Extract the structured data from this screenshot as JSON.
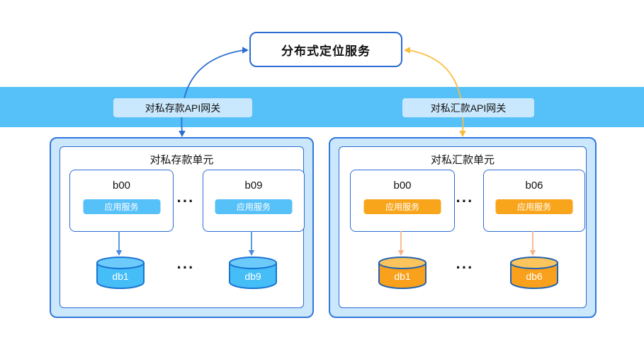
{
  "locator_service": {
    "label": "分布式定位服务"
  },
  "gateway_band": {
    "left_gateway": "对私存款API网关",
    "right_gateway": "对私汇款API网关"
  },
  "units": [
    {
      "title": "对私存款单元",
      "nodes": [
        {
          "name": "b00",
          "service": "应用服务"
        },
        {
          "name": "b09",
          "service": "应用服务"
        }
      ],
      "node_dots": "···",
      "db_dots": "···",
      "databases": [
        "db1",
        "db9"
      ]
    },
    {
      "title": "对私汇款单元",
      "nodes": [
        {
          "name": "b00",
          "service": "应用服务"
        },
        {
          "name": "b06",
          "service": "应用服务"
        }
      ],
      "node_dots": "···",
      "db_dots": "···",
      "databases": [
        "db1",
        "db6"
      ]
    }
  ],
  "colors": {
    "gateway_band": "#56C0F8",
    "gateway_pill": "#C9E8FD",
    "unit_fill": "#CBE7FC",
    "unit_border": "#2B6BD3",
    "deposit_accent": "#56C0F8",
    "remit_accent": "#F9A51B",
    "connector_blue": "#2E6FD0",
    "connector_yellow": "#F9BE3D",
    "db_blue": "#45BDF7",
    "db_orange": "#F9A11C"
  }
}
